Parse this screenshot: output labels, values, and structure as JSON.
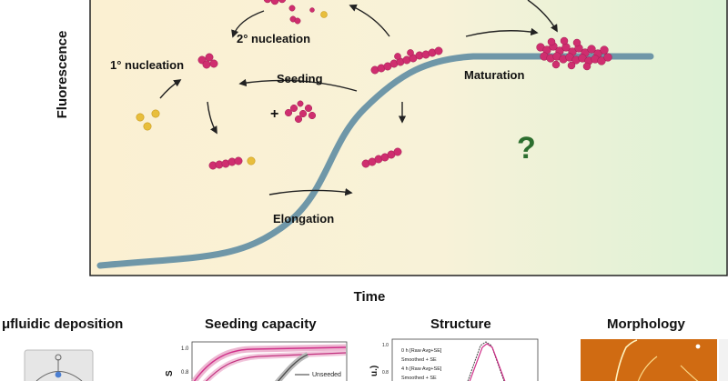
{
  "diagram": {
    "y_axis_label": "Fluorescence",
    "x_axis_label": "Time",
    "labels": {
      "primary_nucleation": "1° nucleation",
      "secondary_nucleation": "2° nucleation",
      "seeding": "Seeding",
      "seeding_plus": "+",
      "elongation": "Elongation",
      "maturation": "Maturation",
      "question": "?"
    },
    "colors": {
      "curve": "#6f97a8",
      "fibril": "#cf2e6f",
      "monomer": "#e8be3c",
      "question": "#2c6e2e",
      "background_left": "#fbf0d2",
      "background_right": "#dff3d8"
    }
  },
  "panels": [
    {
      "title": "μfluidic deposition"
    },
    {
      "title": "Seeding capacity",
      "tick_labels": [
        "1.0",
        "0.8"
      ],
      "legend": [
        "Unseeded"
      ],
      "axis_fragment": "S"
    },
    {
      "title": "Structure",
      "tick_labels": [
        "1.0",
        "0.8"
      ],
      "legend": [
        "0 h [Raw Avg+SE]",
        "Smoothed + SE",
        "4 h [Raw Avg+SE]",
        "Smoothed + SE"
      ],
      "axis_fragment": "u.)"
    },
    {
      "title": "Morphology"
    }
  ]
}
